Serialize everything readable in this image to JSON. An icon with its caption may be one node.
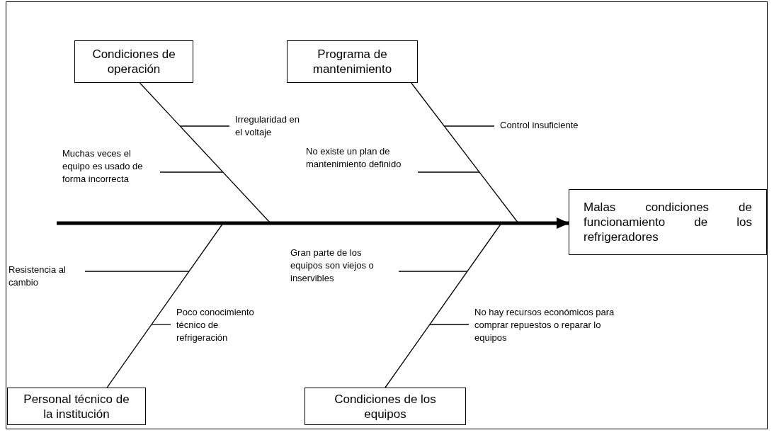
{
  "diagram": {
    "nodes": [
      {
        "text": [
          "Condiciones de operación"
        ]
      },
      {
        "text": [
          "Programa de mantenimiento"
        ]
      },
      {
        "text": [
          "Malas condiciones de funcionamiento de los refrigeradores"
        ]
      },
      {
        "text": [
          "Personal técnico de la institución"
        ]
      },
      {
        "text": [
          "Condiciones de los equipos"
        ]
      },
      {
        "text": [
          "Irregularidad en el voltaje"
        ]
      },
      {
        "text": [
          "Muchas veces el equipo es usado de forma incorrecta"
        ]
      },
      {
        "text": [
          "Control insuficiente"
        ]
      },
      {
        "text": [
          "No existe un plan de mantenimiento definido"
        ]
      },
      {
        "text": [
          "Resistencia al cambio"
        ]
      },
      {
        "text": [
          "Poco conocimiento técnico de refrigeración"
        ]
      },
      {
        "text": [
          "Gran parte de los equipos son viejos o inservibles"
        ]
      },
      {
        "text": [
          "No hay recursos económicos para comprar repuestos o reparar lo equipos"
        ]
      }
    ],
    "edges": [
      {
        "from": null,
        "to": 2,
        "arrow": "to",
        "style": "thick"
      },
      {
        "from": 0,
        "to": null,
        "arrow": "none"
      },
      {
        "from": 1,
        "to": null,
        "arrow": "none"
      },
      {
        "from": 3,
        "to": null,
        "arrow": "none"
      },
      {
        "from": 4,
        "to": null,
        "arrow": "none"
      },
      {
        "from": 5,
        "to": null,
        "arrow": "none"
      },
      {
        "from": 6,
        "to": null,
        "arrow": "none"
      },
      {
        "from": 7,
        "to": null,
        "arrow": "none"
      },
      {
        "from": 8,
        "to": null,
        "arrow": "none"
      },
      {
        "from": 9,
        "to": null,
        "arrow": "none"
      },
      {
        "from": 10,
        "to": null,
        "arrow": "none"
      },
      {
        "from": 11,
        "to": null,
        "arrow": "none"
      },
      {
        "from": 12,
        "to": null,
        "arrow": "none"
      }
    ]
  }
}
